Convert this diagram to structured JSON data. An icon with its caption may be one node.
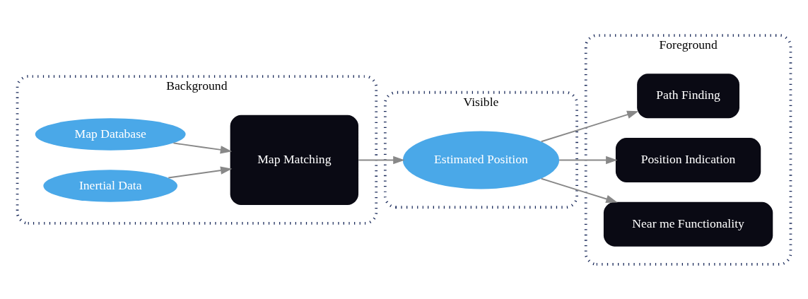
{
  "diagram": {
    "nodes": [
      {
        "text": [
          "Background"
        ]
      },
      {
        "text": [
          "Map Database"
        ],
        "in": 0
      },
      {
        "text": [
          "Inertial Data"
        ],
        "in": 0
      },
      {
        "text": [
          "Map Matching"
        ],
        "in": 0
      },
      {
        "text": [
          "Visible"
        ]
      },
      {
        "text": [
          "Estimated Position"
        ],
        "in": 4
      },
      {
        "text": [
          "Foreground"
        ]
      },
      {
        "text": [
          "Path Finding"
        ],
        "in": 6
      },
      {
        "text": [
          "Position Indication"
        ],
        "in": 6
      },
      {
        "text": [
          "Near me Functionality"
        ],
        "in": 6
      }
    ],
    "edges": [
      {
        "from": 1,
        "to": 3,
        "arrow": "to"
      },
      {
        "from": 2,
        "to": 3,
        "arrow": "to"
      },
      {
        "from": 3,
        "to": 5,
        "arrow": "to"
      },
      {
        "from": 5,
        "to": 7,
        "arrow": "to"
      },
      {
        "from": 5,
        "to": 8,
        "arrow": "to"
      },
      {
        "from": 5,
        "to": 9,
        "arrow": "to"
      }
    ]
  }
}
